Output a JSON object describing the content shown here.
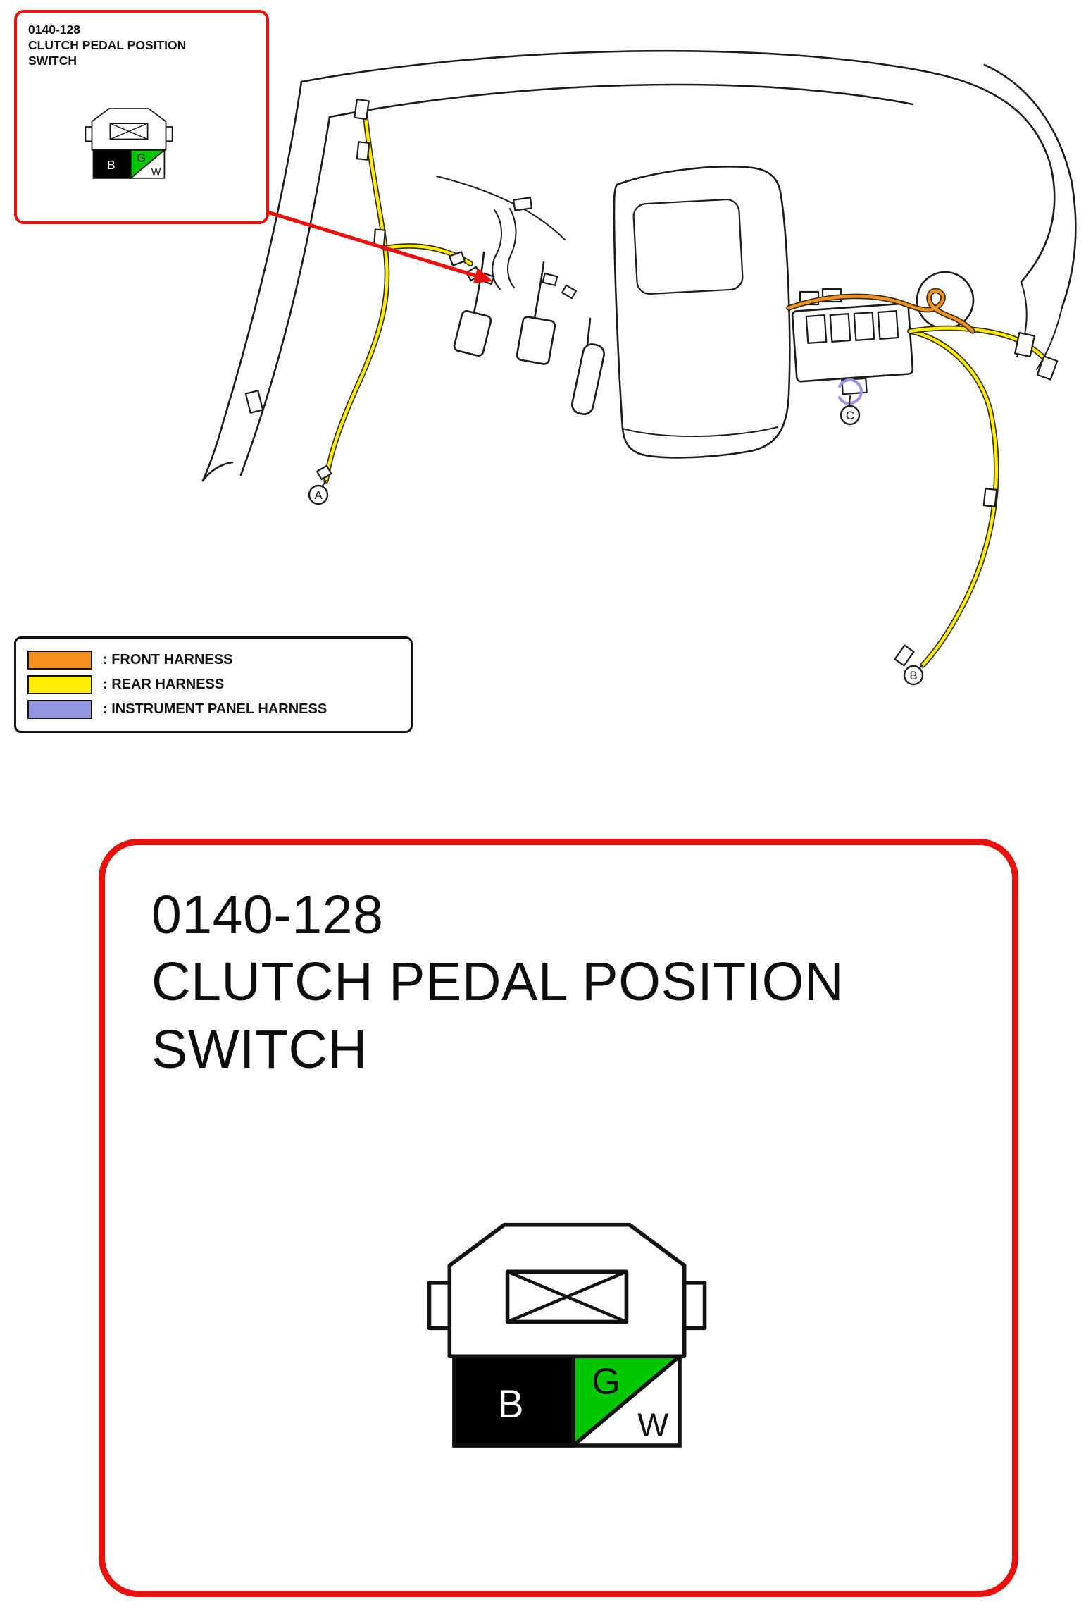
{
  "document": {
    "section_code": "0140-128",
    "section_name": "CLUTCH PEDAL POSITION SWITCH"
  },
  "callout": {
    "code": "0140-128",
    "name_line1": "CLUTCH PEDAL POSITION",
    "name_line2": "SWITCH"
  },
  "legend": {
    "items": [
      {
        "name": "front-harness",
        "label": ": FRONT HARNESS"
      },
      {
        "name": "rear-harness",
        "label": ": REAR HARNESS"
      },
      {
        "name": "instrument-panel-harness",
        "label": ": INSTRUMENT PANEL HARNESS"
      }
    ]
  },
  "diagram": {
    "markers": [
      {
        "label": "A"
      },
      {
        "label": "B"
      },
      {
        "label": "C"
      }
    ]
  },
  "connector": {
    "pins": [
      {
        "label": "B"
      },
      {
        "label": "G"
      },
      {
        "label": "W"
      }
    ]
  },
  "detail_card": {
    "code": "0140-128",
    "name_line1": "CLUTCH PEDAL POSITION",
    "name_line2": "SWITCH"
  },
  "colors": {
    "accent_red": "#e8110c",
    "front_harness": "#f4911e",
    "rear_harness": "#ffec00",
    "instrument_panel_harness": "#9494e2",
    "connector_green": "#00c800"
  }
}
